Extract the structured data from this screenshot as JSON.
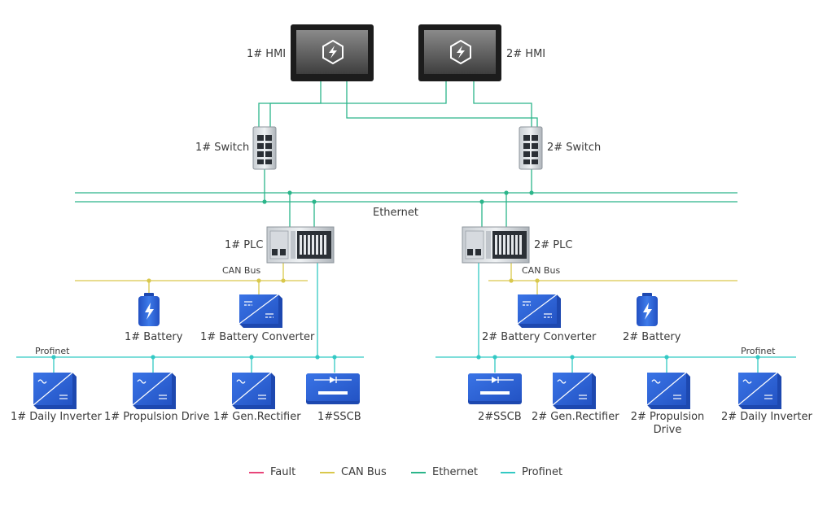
{
  "hmi": [
    {
      "label": "1# HMI",
      "icon": "lightning-icon"
    },
    {
      "label": "2# HMI",
      "icon": "lightning-icon"
    }
  ],
  "switches": [
    "1# Switch",
    "2# Switch"
  ],
  "buses": {
    "ethernet": "Ethernet",
    "can_left": "CAN Bus",
    "can_right": "CAN Bus",
    "profinet_left": "Profinet",
    "profinet_right": "Profinet"
  },
  "plcs": [
    "1# PLC",
    "2# PLC"
  ],
  "left_can_devices": {
    "battery": "1# Battery",
    "battery_converter": "1# Battery Converter"
  },
  "right_can_devices": {
    "battery_converter": "2# Battery Converter",
    "battery": "2# Battery"
  },
  "left_profinet_devices": [
    "1# Daily Inverter",
    "1# Propulsion Drive",
    "1# Gen.Rectifier",
    "1#SSCB"
  ],
  "right_profinet_devices": [
    "2#SSCB",
    "2# Gen.Rectifier",
    "2# Propulsion Drive",
    "2# Daily Inverter"
  ],
  "legend": [
    {
      "label": "Fault",
      "color": "#e8457a"
    },
    {
      "label": "CAN Bus",
      "color": "#d9c84c"
    },
    {
      "label": "Ethernet",
      "color": "#2bb58a"
    },
    {
      "label": "Profinet",
      "color": "#33c9c4"
    }
  ],
  "colors": {
    "ethernet": "#2bb58a",
    "can": "#d9c84c",
    "profinet": "#33c9c4",
    "device_blue": "#2b62d8",
    "device_blue_dark": "#1d48b0"
  }
}
